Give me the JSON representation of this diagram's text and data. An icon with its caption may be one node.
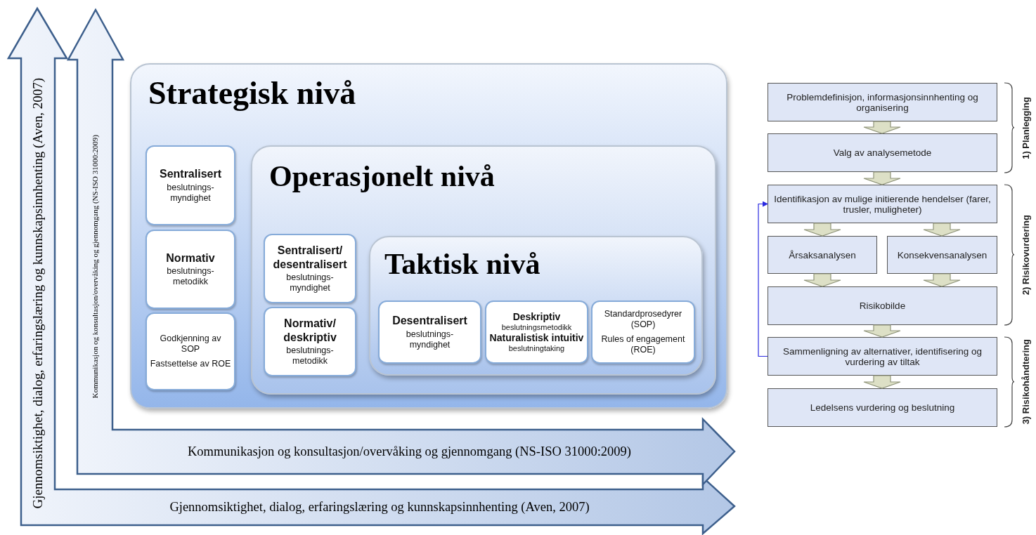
{
  "diagram": {
    "nodes": [
      {
        "text": [
          "Gjennomsiktighet, dialog, erfaringslæring og kunnskapsinnhenting (Aven, 2007)",
          "Gjennomsiktighet, dialog, erfaringslæring og kunnskapsinnhenting (Aven, 2007)"
        ]
      },
      {
        "text": [
          "Kommunikasjon og konsultasjon/overvåking og gjennomgang (NS-ISO 31000:2009)",
          "Kommunikasjon og konsultasjon/overvåking og gjennomgang (NS-ISO 31000:2009)"
        ]
      },
      {
        "text": [
          "Strategisk nivå"
        ]
      },
      {
        "text": [
          "Sentralisert",
          "beslutnings-myndighet"
        ],
        "in": 2
      },
      {
        "text": [
          "Normativ",
          "beslutnings-metodikk"
        ],
        "in": 2
      },
      {
        "text": [
          "Godkjenning av SOP",
          "Fastsettelse av ROE"
        ],
        "in": 2
      },
      {
        "text": [
          "Operasjonelt nivå"
        ],
        "in": 2
      },
      {
        "text": [
          "Sentralisert/desentralisert",
          "beslutnings-myndighet"
        ],
        "in": 6
      },
      {
        "text": [
          "Normativ/deskriptiv",
          "beslutnings-metodikk"
        ],
        "in": 6
      },
      {
        "text": [
          "Taktisk nivå"
        ],
        "in": 6
      },
      {
        "text": [
          "Desentralisert",
          "beslutnings-myndighet"
        ],
        "in": 9
      },
      {
        "text": [
          "Deskriptiv",
          "beslutningsmetodikk",
          "Naturalistisk intuitiv",
          "beslutningtaking"
        ],
        "in": 9
      },
      {
        "text": [
          "Standardprosedyrer (SOP)",
          "Rules of engagement (ROE)"
        ],
        "in": 9
      },
      {
        "text": [
          "Problemdefinisjon, informasjonsinnhenting og organisering"
        ]
      },
      {
        "text": [
          "Valg av analysemetode"
        ]
      },
      {
        "text": [
          "Identifikasjon av mulige initierende hendelser (farer, trusler, muligheter)"
        ]
      },
      {
        "text": [
          "Årsaksanalysen"
        ]
      },
      {
        "text": [
          "Konsekvensanalysen"
        ]
      },
      {
        "text": [
          "Risikobilde"
        ]
      },
      {
        "text": [
          "Sammenligning av alternativer, identifisering og vurdering av tiltak"
        ]
      },
      {
        "text": [
          "Ledelsens vurdering og beslutning"
        ]
      }
    ],
    "edges": [
      {
        "from": 13,
        "to": 14,
        "arrow": "to"
      },
      {
        "from": 14,
        "to": 15,
        "arrow": "to"
      },
      {
        "from": 15,
        "to": 16,
        "arrow": "to"
      },
      {
        "from": 15,
        "to": 17,
        "arrow": "to"
      },
      {
        "from": 16,
        "to": 18,
        "arrow": "to"
      },
      {
        "from": 17,
        "to": 18,
        "arrow": "to"
      },
      {
        "from": 18,
        "to": 19,
        "arrow": "to"
      },
      {
        "from": 19,
        "to": 20,
        "arrow": "to"
      },
      {
        "from": 19,
        "to": 15,
        "arrow": "to",
        "color": "#2a2ae0"
      }
    ],
    "labels": [
      "1) Planlegging",
      "2) Risikovurdering",
      "3) Risikohåndtering"
    ]
  }
}
